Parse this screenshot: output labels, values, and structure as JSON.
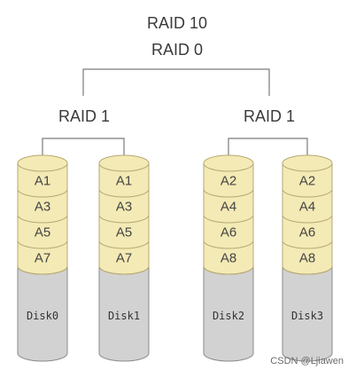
{
  "top_labels": {
    "line1": "RAID 10",
    "line2": "RAID 0"
  },
  "groups": [
    {
      "label": "RAID 1",
      "disks": [
        {
          "name": "Disk0",
          "blocks": [
            "A1",
            "A3",
            "A5",
            "A7"
          ]
        },
        {
          "name": "Disk1",
          "blocks": [
            "A1",
            "A3",
            "A5",
            "A7"
          ]
        }
      ]
    },
    {
      "label": "RAID 1",
      "disks": [
        {
          "name": "Disk2",
          "blocks": [
            "A2",
            "A4",
            "A6",
            "A8"
          ]
        },
        {
          "name": "Disk3",
          "blocks": [
            "A2",
            "A4",
            "A6",
            "A8"
          ]
        }
      ]
    }
  ],
  "watermark": "CSDN @Ljiawen",
  "colors": {
    "block_fill": "#f3eab5",
    "block_edge": "#b7a874",
    "disk_body": "#d2d2d2",
    "disk_edge": "#8a8a8a",
    "line": "#7a7a7a"
  }
}
